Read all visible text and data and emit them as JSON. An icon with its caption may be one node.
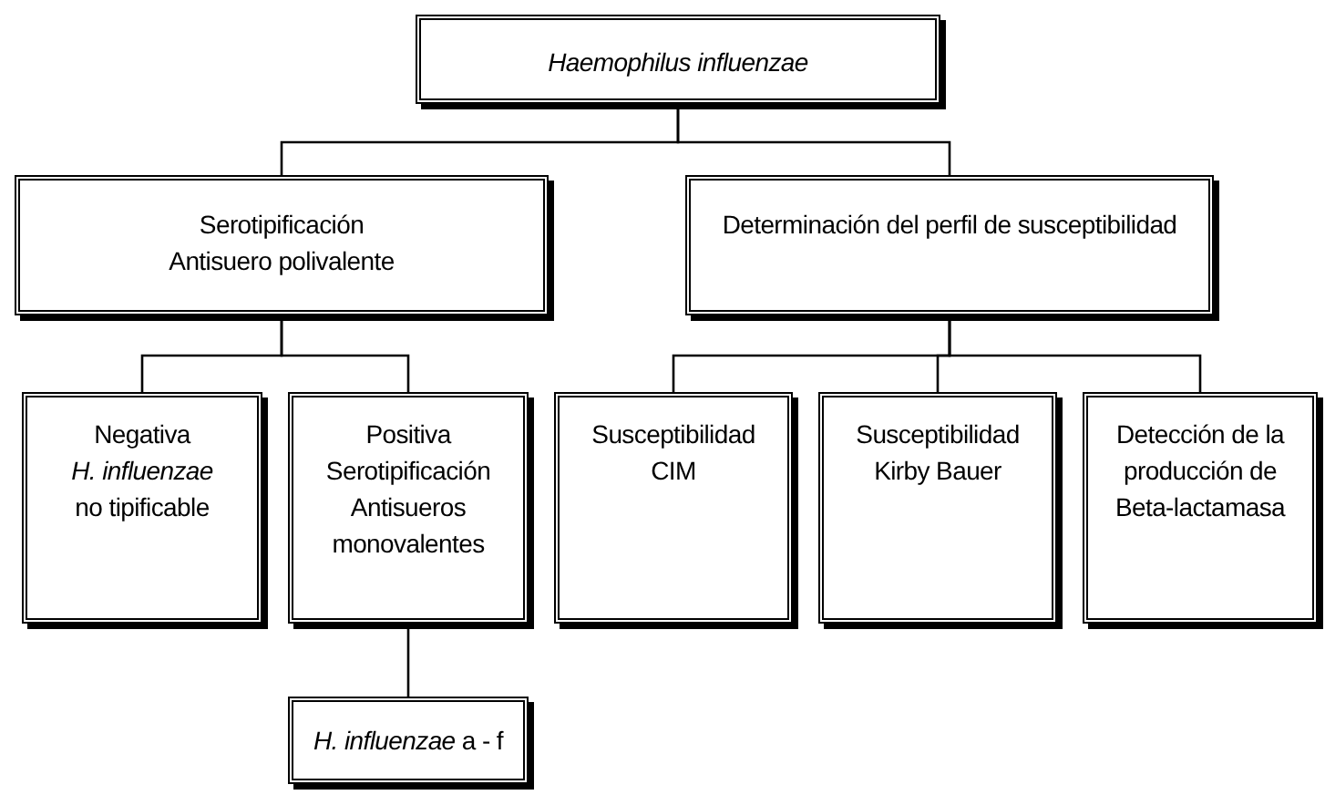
{
  "diagram": {
    "nodes": [
      {
        "text": [
          "Haemophilus influenzae"
        ]
      },
      {
        "text": [
          "Serotipificación",
          "Antisuero polivalente"
        ]
      },
      {
        "text": [
          "Determinación del perfil de susceptibilidad"
        ]
      },
      {
        "text": [
          "Negativa",
          "H. influenzae",
          "no tipificable"
        ]
      },
      {
        "text": [
          "Positiva",
          "Serotipificación",
          "Antisueros monovalentes"
        ]
      },
      {
        "text": [
          "Susceptibilidad",
          "CIM"
        ]
      },
      {
        "text": [
          "Susceptibilidad",
          "Kirby Bauer"
        ]
      },
      {
        "text": [
          "Detección de la producción de Beta-lactamasa"
        ]
      },
      {
        "text": [
          "*H. influenzae* a - f"
        ]
      }
    ],
    "edges": [
      {
        "from": 0,
        "to": 1,
        "arrow": "none"
      },
      {
        "from": 0,
        "to": 2,
        "arrow": "none"
      },
      {
        "from": 1,
        "to": 3,
        "arrow": "none"
      },
      {
        "from": 1,
        "to": 4,
        "arrow": "none"
      },
      {
        "from": 2,
        "to": 5,
        "arrow": "none"
      },
      {
        "from": 2,
        "to": 6,
        "arrow": "none"
      },
      {
        "from": 2,
        "to": 7,
        "arrow": "none"
      },
      {
        "from": 4,
        "to": 8,
        "arrow": "none"
      }
    ]
  }
}
